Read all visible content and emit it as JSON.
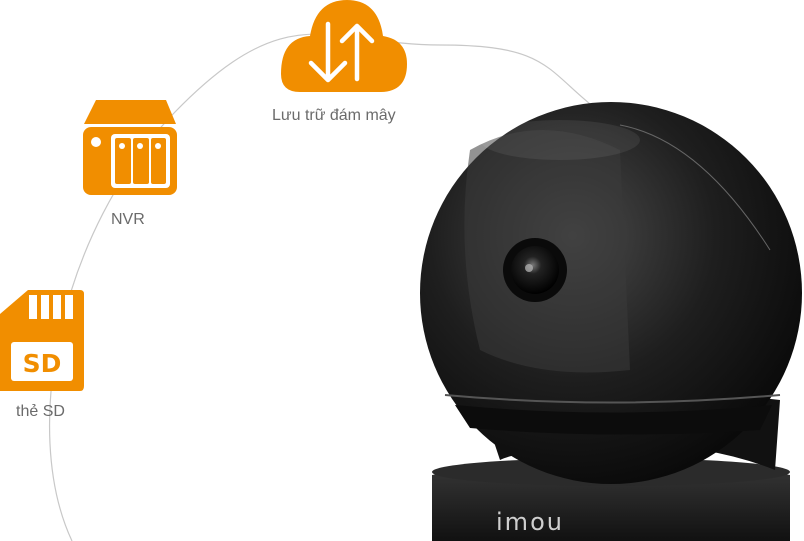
{
  "accent_color": "#F18E00",
  "storage_options": [
    {
      "label": "Lưu trữ đám mây",
      "icon": "cloud-upload-download-icon"
    },
    {
      "label": "NVR",
      "icon": "nvr-icon"
    },
    {
      "label": "thẻ SD",
      "icon": "sd-card-icon",
      "card_text": "SD"
    }
  ],
  "camera": {
    "brand": "imou"
  }
}
